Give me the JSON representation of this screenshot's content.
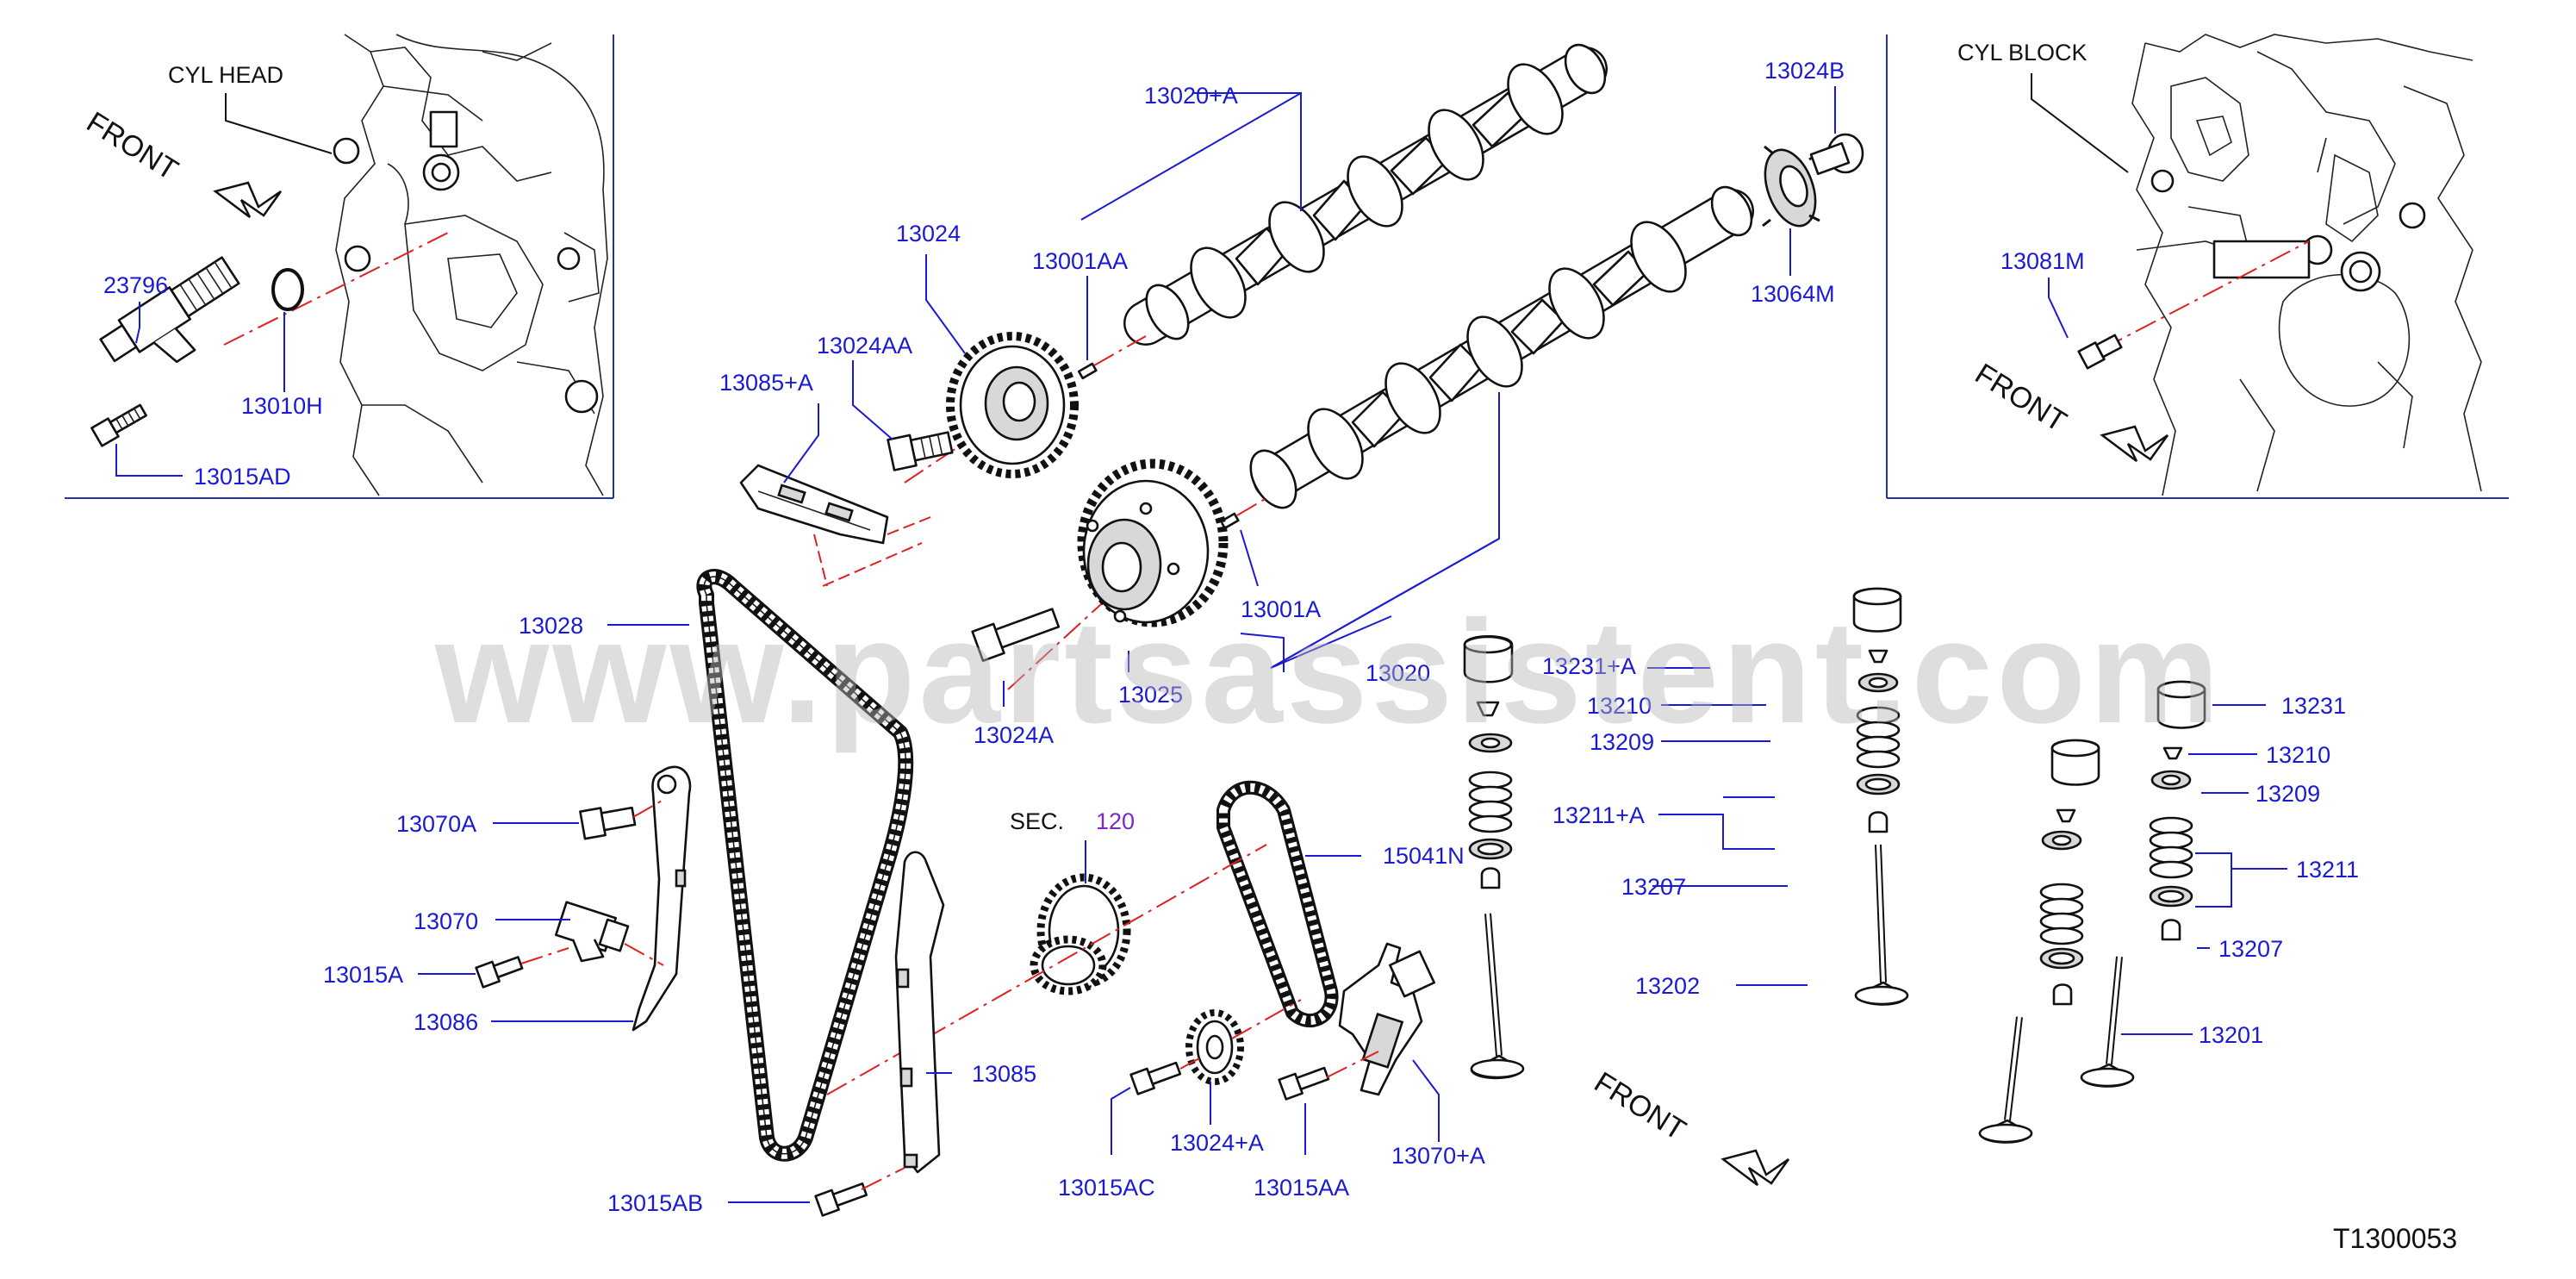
{
  "watermark": "www.partsassistent.com",
  "drawing_id": "T1300053",
  "front_label": "FRONT",
  "insets": {
    "cyl_head": "CYL  HEAD",
    "cyl_block": "CYL  BLOCK"
  },
  "section_ref": {
    "prefix": "SEC.",
    "number": "120"
  },
  "part_labels": {
    "p23796": "23796",
    "p13010H": "13010H",
    "p13015AD": "13015AD",
    "p13085A": "13085+A",
    "p13024AA": "13024AA",
    "p13024": "13024",
    "p13001AA": "13001AA",
    "p13020A": "13020+A",
    "p13024B": "13024B",
    "p13064M": "13064M",
    "p13001A": "13001A",
    "p13020": "13020",
    "p13025": "13025",
    "p13024A": "13024A",
    "p13028": "13028",
    "p13081M": "13081M",
    "p13070A": "13070A",
    "p13070": "13070",
    "p13015A": "13015A",
    "p13086": "13086",
    "p13085": "13085",
    "p13015AB": "13015AB",
    "p15041N": "15041N",
    "p13015AC": "13015AC",
    "p13024plusA": "13024+A",
    "p13015AA": "13015AA",
    "p13070plusA": "13070+A",
    "p13231A": "13231+A",
    "p13210a": "13210",
    "p13209a": "13209",
    "p13211A": "13211+A",
    "p13207a": "13207",
    "p13202": "13202",
    "p13231": "13231",
    "p13210b": "13210",
    "p13209b": "13209",
    "p13211": "13211",
    "p13207b": "13207",
    "p13201": "13201"
  },
  "colors": {
    "label_blue": "#1a1ad6",
    "centerline_red": "#e02020",
    "sec_purple": "#7a28c8",
    "watermark_gray": "#b8b8b8"
  }
}
